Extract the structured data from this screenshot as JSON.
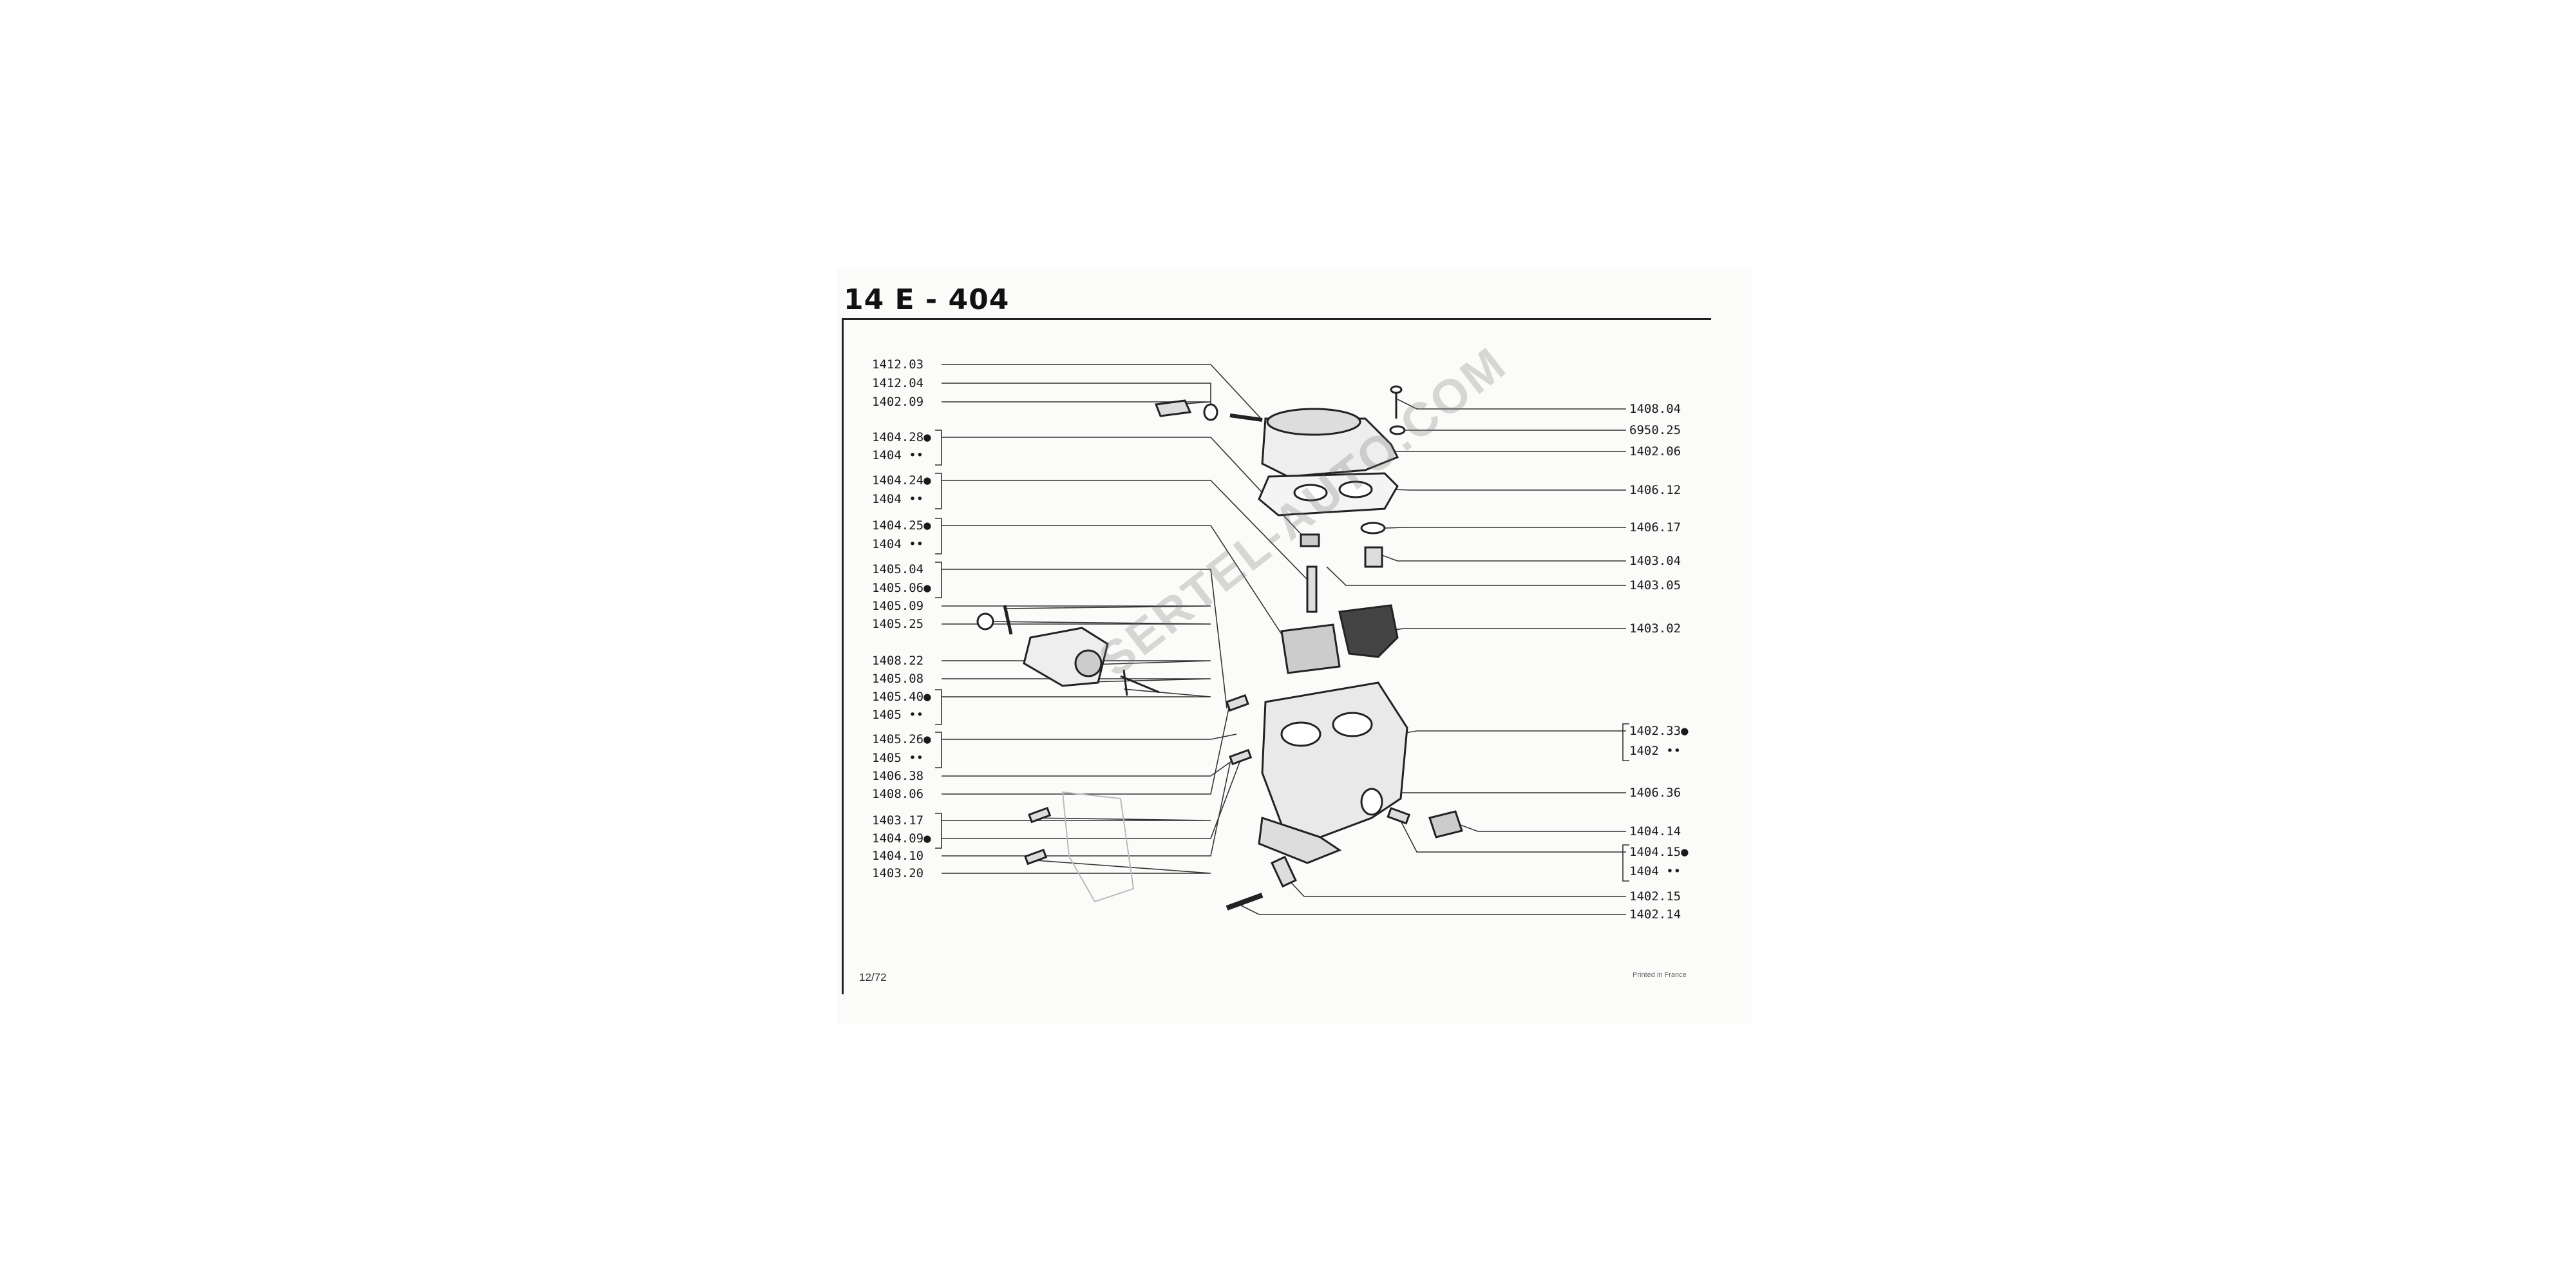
{
  "sheet": {
    "title": "14 E  -  404",
    "footer_date": "12/72",
    "footer_printed": "Printed in France",
    "watermark": "SERTEL-AUTO.COM"
  },
  "colors": {
    "ink": "#222222",
    "paper": "#fbfbfa",
    "watermark": "#999999"
  },
  "left_labels": [
    "1412.03",
    "1412.04",
    "1402.09",
    "1404.28●",
    "1404 ••",
    "1404.24●",
    "1404 ••",
    "1404.25●",
    "1404 ••",
    "1405.04",
    "1405.06●",
    "1405.09",
    "1405.25",
    "1408.22",
    "1405.08",
    "1405.40●",
    "1405 ••",
    "1405.26●",
    "1405 ••",
    "1406.38",
    "1408.06",
    "1403.17",
    "1404.09●",
    "1404.10",
    "1403.20"
  ],
  "right_labels": [
    "1408.04",
    "6950.25",
    "1402.06",
    "1406.12",
    "1406.17",
    "1403.04",
    "1403.05",
    "1403.02",
    "1402.33●",
    "1402 ••",
    "1406.36",
    "1404.14",
    "1404.15●",
    "1404 ••",
    "1402.15",
    "1402.14"
  ]
}
